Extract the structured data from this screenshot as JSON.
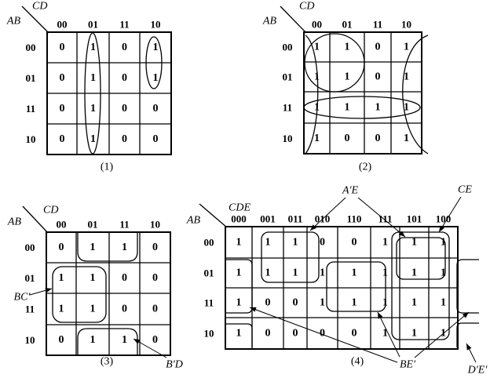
{
  "maps": [
    {
      "caption": "(1)",
      "row_var": "AB",
      "col_var": "CD",
      "col_headers": [
        "00",
        "01",
        "11",
        "10"
      ],
      "row_headers": [
        "00",
        "01",
        "11",
        "10"
      ],
      "cells": [
        [
          "0",
          "1",
          "0",
          "1"
        ],
        [
          "0",
          "1",
          "0",
          "1"
        ],
        [
          "0",
          "1",
          "0",
          "0"
        ],
        [
          "0",
          "1",
          "0",
          "0"
        ]
      ]
    },
    {
      "caption": "(2)",
      "row_var": "AB",
      "col_var": "CD",
      "col_headers": [
        "00",
        "01",
        "11",
        "10"
      ],
      "row_headers": [
        "00",
        "01",
        "11",
        "10"
      ],
      "cells": [
        [
          "1",
          "1",
          "0",
          "1"
        ],
        [
          "1",
          "1",
          "0",
          "1"
        ],
        [
          "1",
          "1",
          "1",
          "1"
        ],
        [
          "1",
          "0",
          "0",
          "1"
        ]
      ]
    },
    {
      "caption": "(3)",
      "row_var": "AB",
      "col_var": "CD",
      "col_headers": [
        "00",
        "01",
        "11",
        "10"
      ],
      "row_headers": [
        "00",
        "01",
        "11",
        "10"
      ],
      "cells": [
        [
          "0",
          "1",
          "1",
          "0"
        ],
        [
          "1",
          "1",
          "0",
          "0"
        ],
        [
          "1",
          "1",
          "0",
          "0"
        ],
        [
          "0",
          "1",
          "1",
          "0"
        ]
      ],
      "labels": [
        "BC'",
        "B'D"
      ]
    },
    {
      "caption": "(4)",
      "row_var": "AB",
      "col_var": "CDE",
      "col_headers": [
        "000",
        "001",
        "011",
        "010",
        "110",
        "111",
        "101",
        "100"
      ],
      "row_headers": [
        "00",
        "01",
        "11",
        "10"
      ],
      "cells": [
        [
          "1",
          "1",
          "1",
          "0",
          "0",
          "1",
          "1",
          "1"
        ],
        [
          "1",
          "1",
          "1",
          "1",
          "1",
          "1",
          "1",
          "1"
        ],
        [
          "1",
          "0",
          "0",
          "1",
          "1",
          "1",
          "1",
          "1"
        ],
        [
          "1",
          "0",
          "0",
          "0",
          "0",
          "1",
          "1",
          "1"
        ]
      ],
      "labels": [
        "A'E",
        "CE",
        "BE'",
        "D'E'"
      ]
    }
  ]
}
